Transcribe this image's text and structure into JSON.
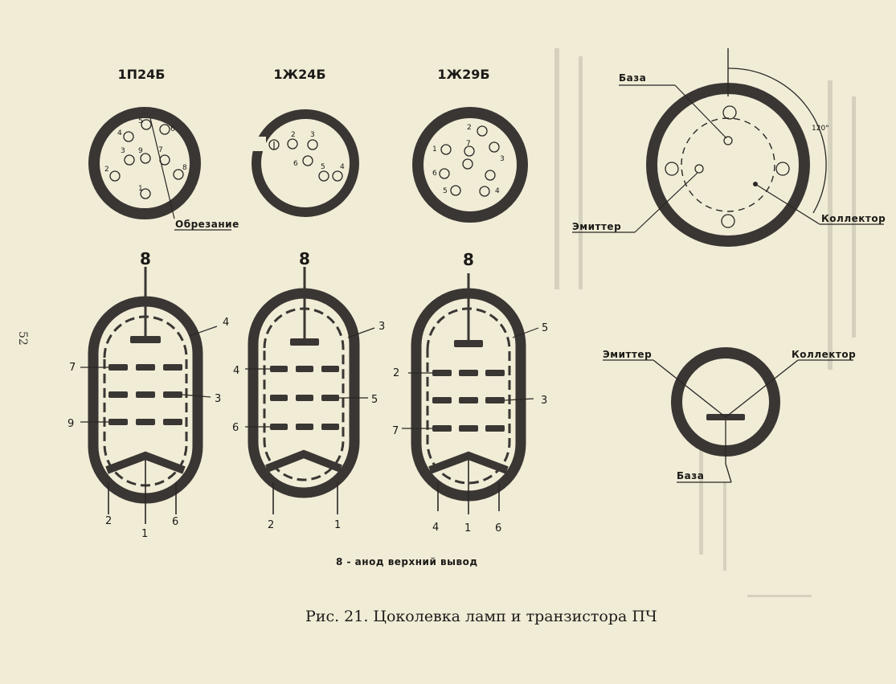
{
  "page_number": "52",
  "caption": "Рис. 21. Цоколевка ламп и транзистора ПЧ",
  "anode_note": "8 - анод верхний вывод",
  "tube_types": [
    "1П24Б",
    "1Ж24Б",
    "1Ж29Б"
  ],
  "sockets": {
    "s1": {
      "pins": [
        "5",
        "4",
        "6",
        "3",
        "9",
        "7",
        "2",
        "8",
        "1"
      ],
      "cutout_label": "Обрезание"
    },
    "s2": {
      "pins": [
        "2",
        "3",
        "6",
        "5",
        "4"
      ]
    },
    "s3": {
      "pins": [
        "2",
        "1",
        "7",
        "3",
        "6",
        "5",
        "4"
      ]
    }
  },
  "tubes": {
    "t1": {
      "top": "8",
      "right_upper": "4",
      "left": [
        "7",
        "9"
      ],
      "right": [
        "3"
      ],
      "bottom": [
        "2",
        "1",
        "6"
      ]
    },
    "t2": {
      "top": "8",
      "right_upper": "3",
      "left": [
        "4",
        "6"
      ],
      "right": [
        "5"
      ],
      "bottom": [
        "2",
        "1"
      ]
    },
    "t3": {
      "top": "8",
      "right_upper": "5",
      "left": [
        "2",
        "7"
      ],
      "right": [
        "3"
      ],
      "bottom": [
        "4",
        "1",
        "6"
      ]
    }
  },
  "transistor_base_view": {
    "base": "База",
    "emitter": "Эмиттер",
    "collector": "Коллектор",
    "angle": "120°"
  },
  "transistor_symbol": {
    "emitter": "Эмиттер",
    "collector": "Коллектор",
    "base": "База"
  },
  "colors": {
    "paper": "#f1ecd6",
    "ink": "#3a3633"
  }
}
